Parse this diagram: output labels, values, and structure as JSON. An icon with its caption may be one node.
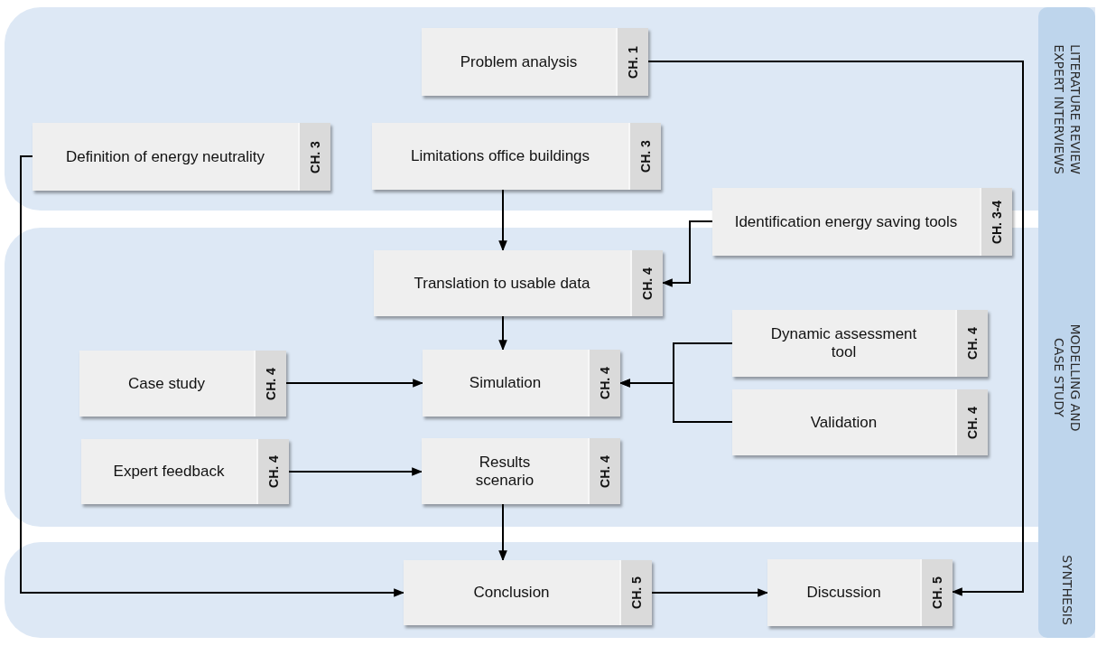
{
  "diagram": {
    "nodes": [
      {
        "text": [
          "LITERATURE REVIEW EXPERT INTERVIEWS"
        ]
      },
      {
        "text": [
          "Problem analysis",
          "CH. 1"
        ],
        "in": 0
      },
      {
        "text": [
          "Definition of energy neutrality",
          "CH. 3"
        ],
        "in": 0
      },
      {
        "text": [
          "Limitations office buildings",
          "CH. 3"
        ],
        "in": 0
      },
      {
        "text": [
          "Identification energy saving tools",
          "CH. 3-4"
        ]
      },
      {
        "text": [
          "MODELLING AND CASE STUDY"
        ]
      },
      {
        "text": [
          "Translation to usable data",
          "CH. 4"
        ],
        "in": 5
      },
      {
        "text": [
          "Case study",
          "CH. 4"
        ],
        "in": 5
      },
      {
        "text": [
          "Simulation",
          "CH. 4"
        ],
        "in": 5
      },
      {
        "text": [
          "Dynamic assessment tool",
          "CH. 4"
        ],
        "in": 5
      },
      {
        "text": [
          "Validation",
          "CH. 4"
        ],
        "in": 5
      },
      {
        "text": [
          "Expert feedback",
          "CH. 4"
        ],
        "in": 5
      },
      {
        "text": [
          "Results scenario",
          "CH. 4"
        ],
        "in": 5
      },
      {
        "text": [
          "SYNTHESIS"
        ]
      },
      {
        "text": [
          "Conclusion",
          "CH. 5"
        ],
        "in": 13
      },
      {
        "text": [
          "Discussion",
          "CH. 5"
        ],
        "in": 13
      }
    ],
    "edges": [
      {
        "from": 1,
        "to": 15,
        "arrow": "to"
      },
      {
        "from": 2,
        "to": 14,
        "arrow": "to"
      },
      {
        "from": 3,
        "to": 6,
        "arrow": "to"
      },
      {
        "from": 4,
        "to": 6,
        "arrow": "to"
      },
      {
        "from": 6,
        "to": 8,
        "arrow": "to"
      },
      {
        "from": 7,
        "to": 8,
        "arrow": "to"
      },
      {
        "from": 9,
        "to": 8,
        "arrow": "to"
      },
      {
        "from": 10,
        "to": 8,
        "arrow": "to"
      },
      {
        "from": 11,
        "to": 12,
        "arrow": "to"
      },
      {
        "from": 12,
        "to": 14,
        "arrow": "to"
      },
      {
        "from": 14,
        "to": 15,
        "arrow": "to"
      }
    ]
  }
}
